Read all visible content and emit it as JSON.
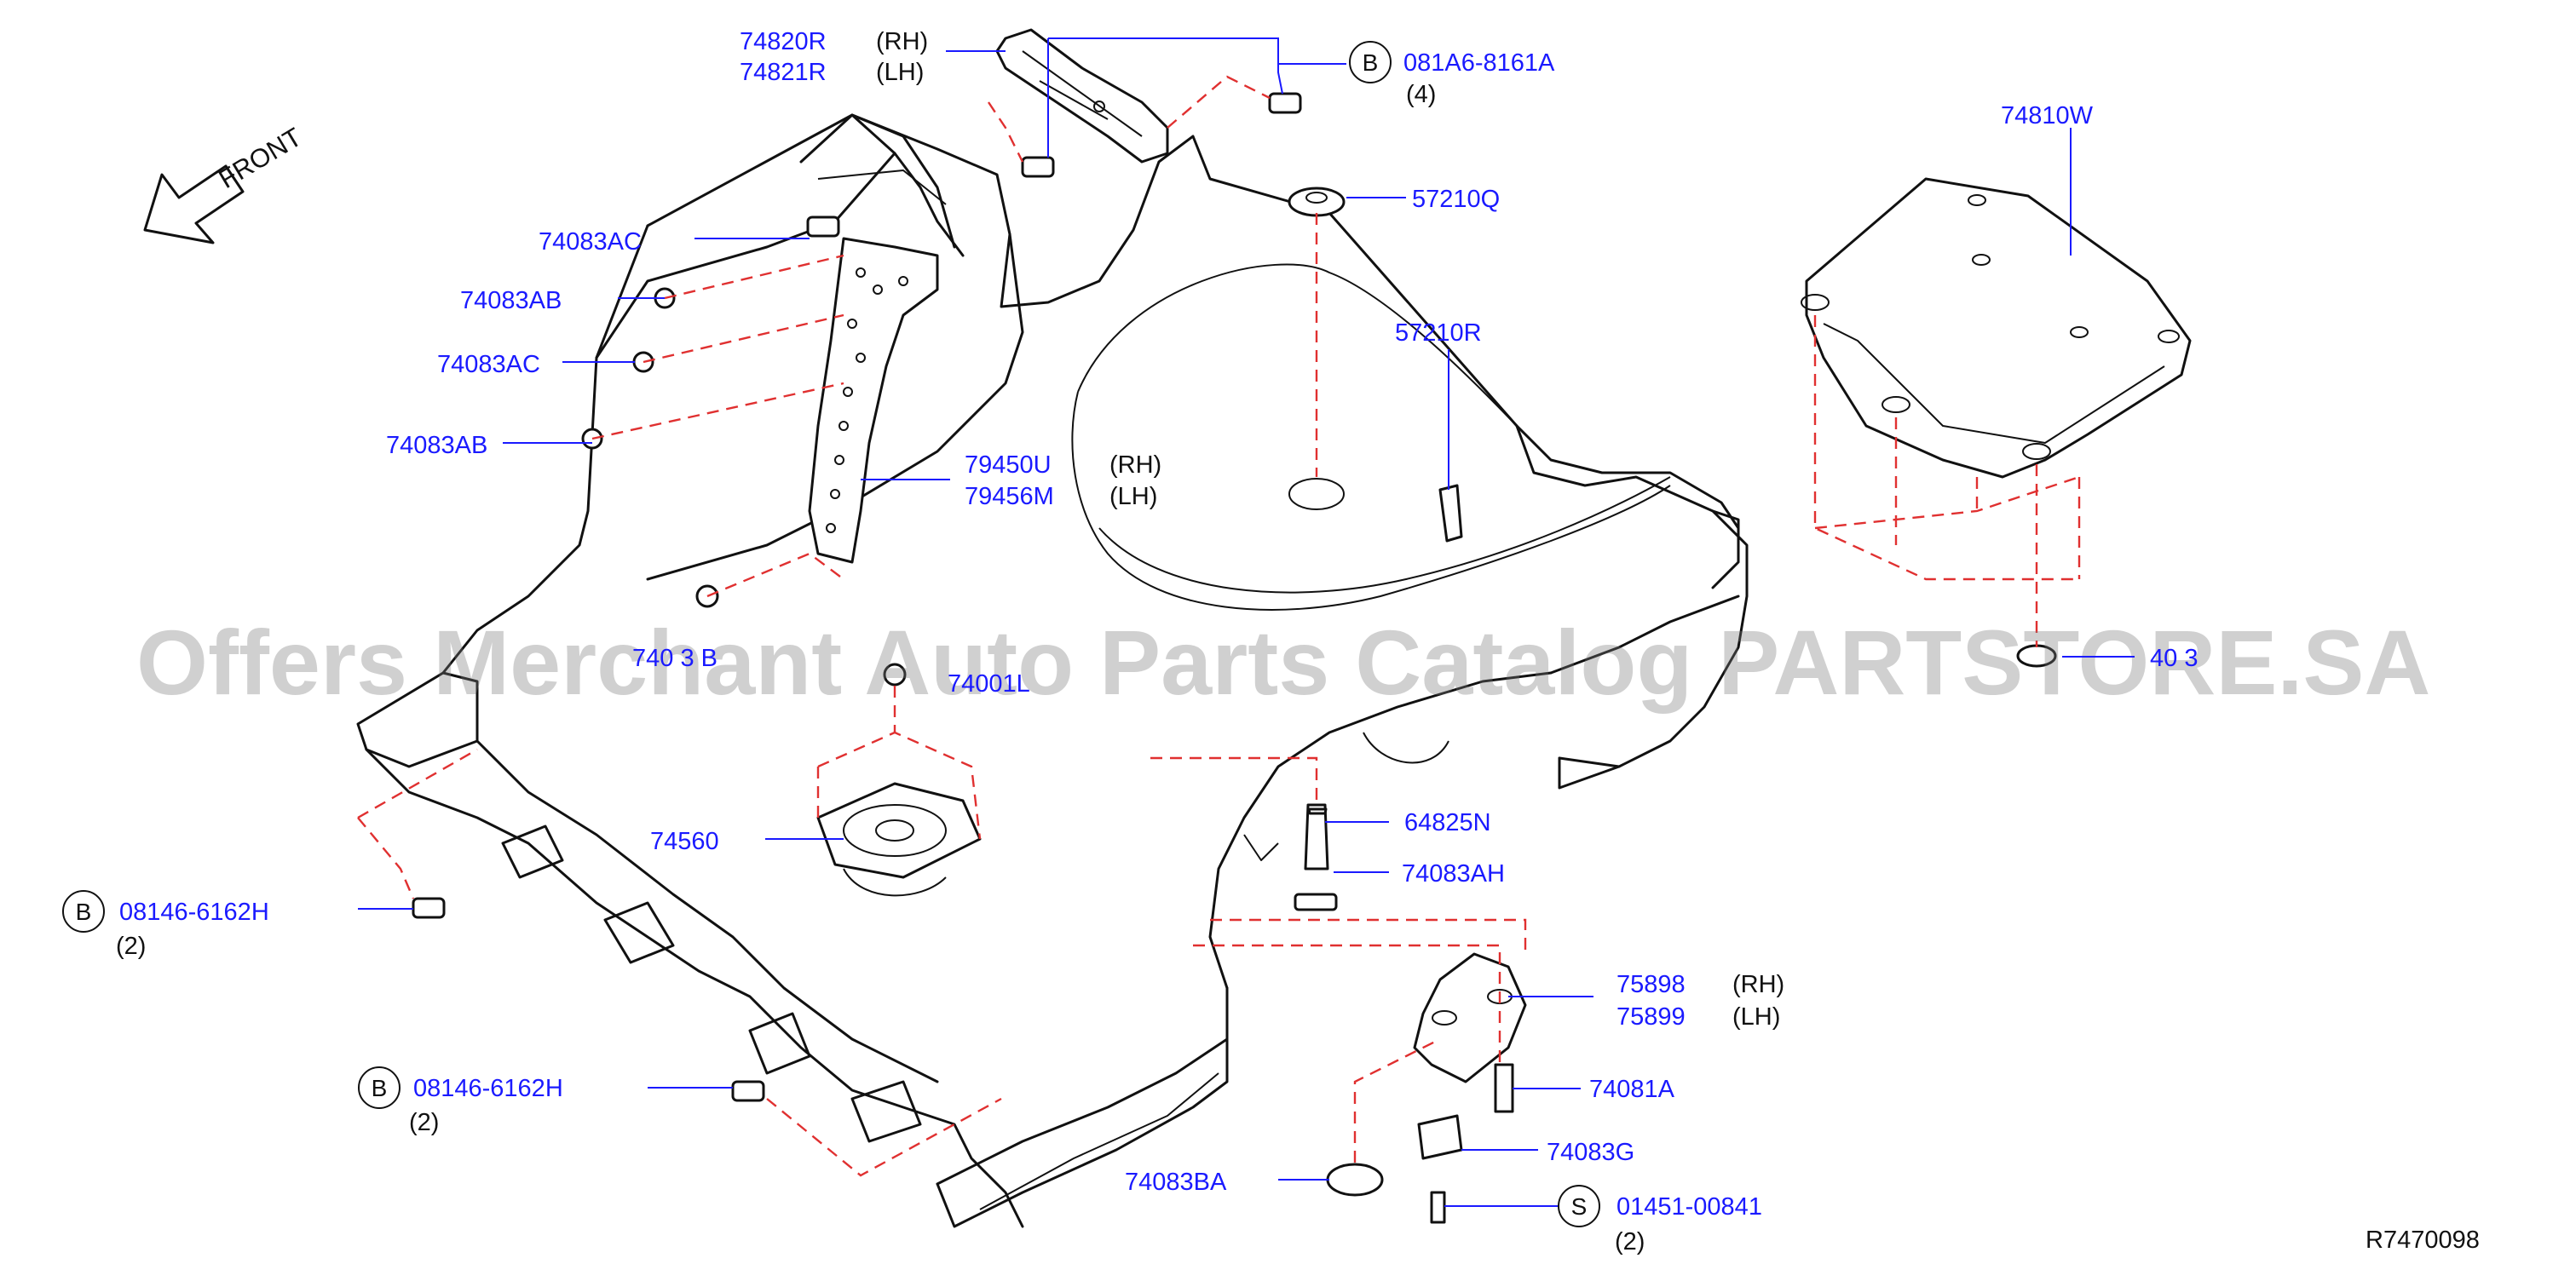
{
  "diagram": {
    "code": "R7470098",
    "watermark": "Offers Merchant Auto Parts Catalog PARTSTORE.SA",
    "front_label": "FRONT",
    "labels": {
      "p74820R": "74820R",
      "p74821R": "74821R",
      "rh1": "(RH)",
      "lh1": "(LH)",
      "b1_circle": "B",
      "p081A6": "081A6-8161A",
      "q1": "(4)",
      "p57210Q": "57210Q",
      "p57210R": "57210R",
      "p74083AC_1": "74083AC",
      "p74083AB_1": "74083AB",
      "p74083AC_2": "74083AC",
      "p74083AB_2": "74083AB",
      "p79450U": "79450U",
      "p79456M": "79456M",
      "rh2": "(RH)",
      "lh2": "(LH)",
      "p740_3_B": "740 3 B",
      "p740_1L": "74001L",
      "p74810W": "74810W",
      "p40_3": "40 3",
      "p74560": "74560",
      "b2_circle": "B",
      "p08146_1": "08146-6162H",
      "q2": "(2)",
      "p64825N": "64825N",
      "p74083AH": "74083AH",
      "p75898": "75898",
      "p75899": "75899",
      "rh3": "(RH)",
      "lh3": "(LH)",
      "b3_circle": "B",
      "p08146_2": "08146-6162H",
      "q3": "(2)",
      "p74081A": "74081A",
      "p74083G": "74083G",
      "p74083BA": "74083BA",
      "s_circle": "S",
      "p01451": "01451-00841",
      "q4": "(2)"
    }
  }
}
